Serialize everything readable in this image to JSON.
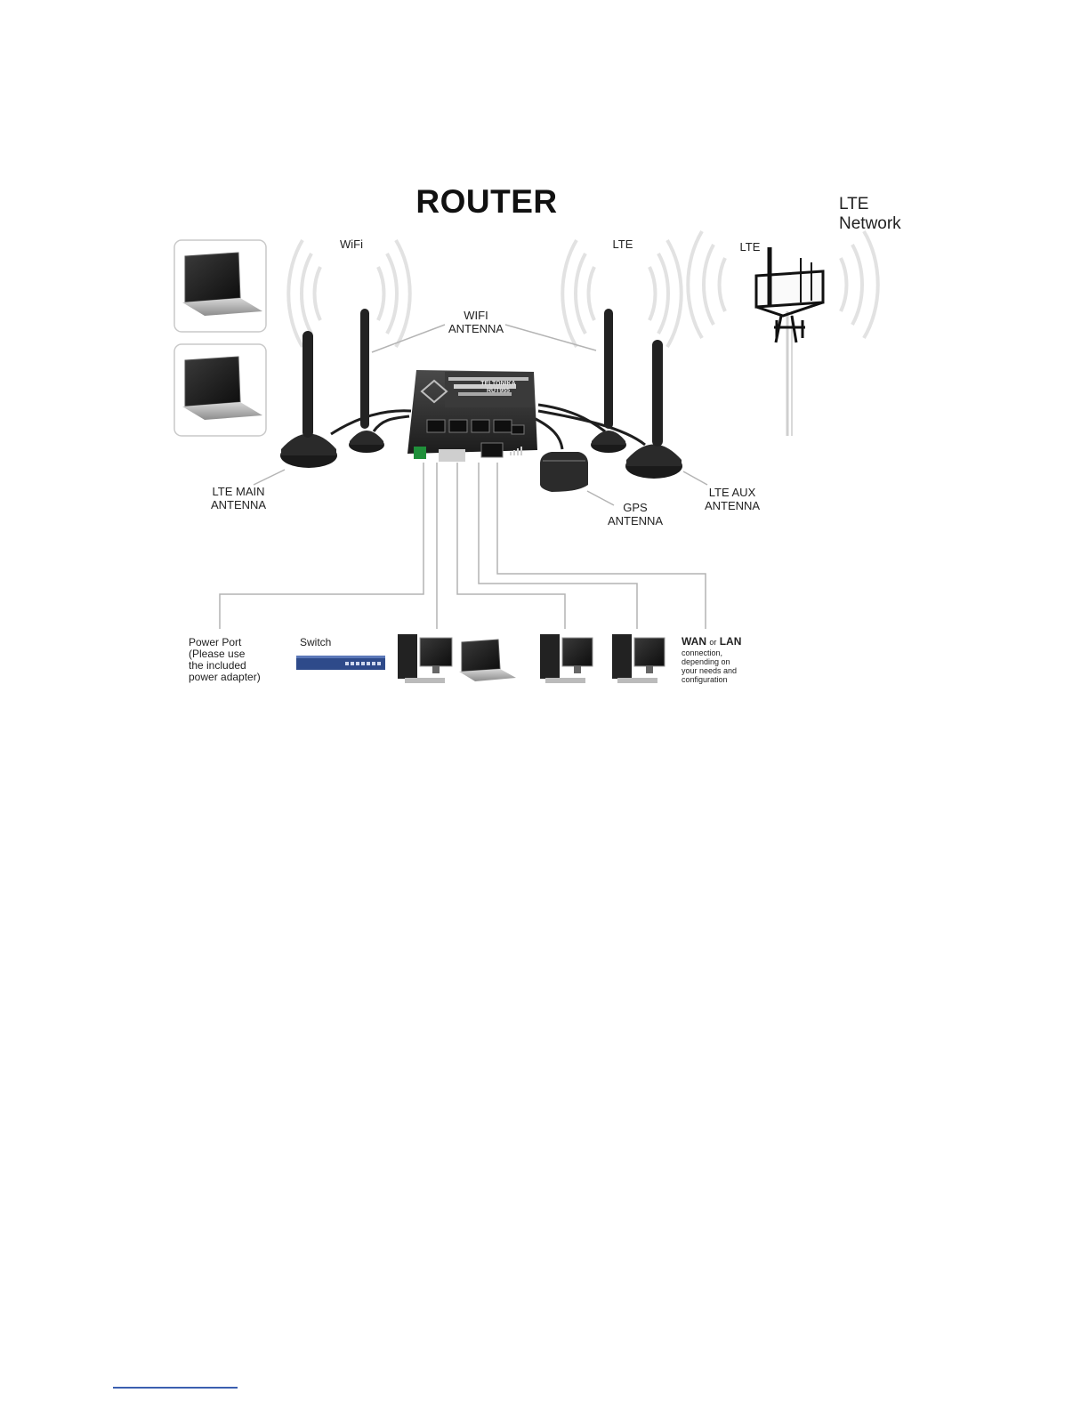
{
  "title": "ROUTER",
  "network": {
    "line1": "LTE",
    "line2": "Network"
  },
  "signals": {
    "wifi": "WiFi",
    "lte_router": "LTE",
    "lte_tower": "LTE"
  },
  "labels": {
    "wifi_antenna": [
      "WIFI",
      "ANTENNA"
    ],
    "lte_main": [
      "LTE MAIN",
      "ANTENNA"
    ],
    "lte_aux": [
      "LTE AUX",
      "ANTENNA"
    ],
    "gps": [
      "GPS",
      "ANTENNA"
    ]
  },
  "router": {
    "brand": "TELTONIKA",
    "model": "RUT955"
  },
  "boxes": {
    "power": [
      "Power Port",
      "(Please use",
      "the included",
      "power adapter)"
    ],
    "switch": "Switch",
    "wan": {
      "wan": "WAN",
      "or": "or",
      "lan": "LAN",
      "lines": [
        "connection,",
        "depending on",
        "your needs and",
        "configuration"
      ]
    }
  },
  "colors": {
    "line": "#b4b4b4",
    "device": "#2a2a2a",
    "switch": "#2e4a8a",
    "footer": "#3b5fb0"
  }
}
